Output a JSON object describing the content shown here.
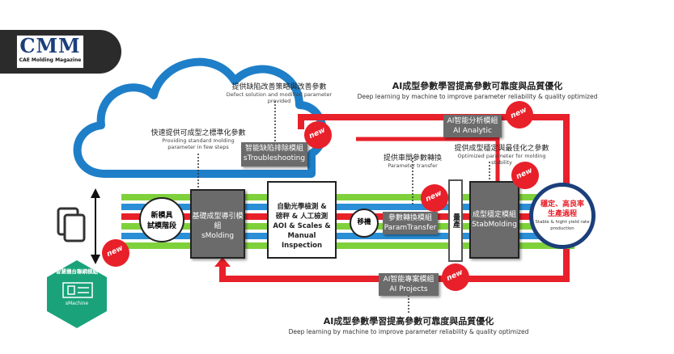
{
  "logo": {
    "main": "CMM",
    "sub": "CAE Molding Magazine"
  },
  "top_heading": {
    "zh": "AI成型參數學習提高參數可靠度與品質優化",
    "en": "Deep learning by machine to improve parameter reliability & quality optimized"
  },
  "bottom_heading": {
    "zh": "AI成型參數學習提高參數可靠度與品質優化",
    "en": "Deep learning by machine to improve parameter reliability & quality optimized"
  },
  "callouts": {
    "defect": {
      "zh": "提供缺陷改善策略與改善參數",
      "en": "Defect solution and modified parameter provided"
    },
    "standard": {
      "zh": "快速提供可成型之標準化參數",
      "en1": "Providing standard molding",
      "en2": "parameter in few steps"
    },
    "transfer": {
      "zh": "提供車間參數轉換",
      "en": "Parameter transfer"
    },
    "stable": {
      "zh": "提供成型穩定與最佳化之參數",
      "en1": "Optimized parameter for molding",
      "en2": "stability"
    }
  },
  "modules": {
    "troubleshooting": {
      "zh": "智能缺陷排除模組",
      "en": "sTroubleshooting"
    },
    "smolding": {
      "zh": "基礎成型導引模組",
      "en": "sMolding"
    },
    "aoi": {
      "l1": "自動光學檢測 &",
      "l2": "磅秤 & 人工檢測",
      "l3": "AOI & Scales &",
      "l4": "Manual Inspection"
    },
    "analytic": {
      "zh": "AI智能分析模組",
      "en": "AI Analytic"
    },
    "paramtransfer": {
      "zh": "參數轉換模組",
      "en": "ParamTransfer"
    },
    "stabmolding": {
      "zh": "成型穩定模組",
      "en": "StabMolding"
    },
    "projects": {
      "zh": "AI智能專案模組",
      "en": "AI Projects"
    },
    "smachine": {
      "zh": "智慧機台聯網模組",
      "en": "sMachine"
    }
  },
  "stages": {
    "new_mold": {
      "l1": "新模具",
      "l2": "試模階段"
    },
    "move": "移機",
    "mass": "量產",
    "goal": {
      "zh1": "穩定、高良率",
      "zh2": "生產過程",
      "en1": "Stable & hight yield rate",
      "en2": "production"
    }
  },
  "badge_label": "new",
  "colors": {
    "red": "#e8202a",
    "green": "#7fd13b",
    "blue": "#2a8fd6",
    "cloud": "#1e7fc8",
    "teal": "#1aa37a"
  }
}
